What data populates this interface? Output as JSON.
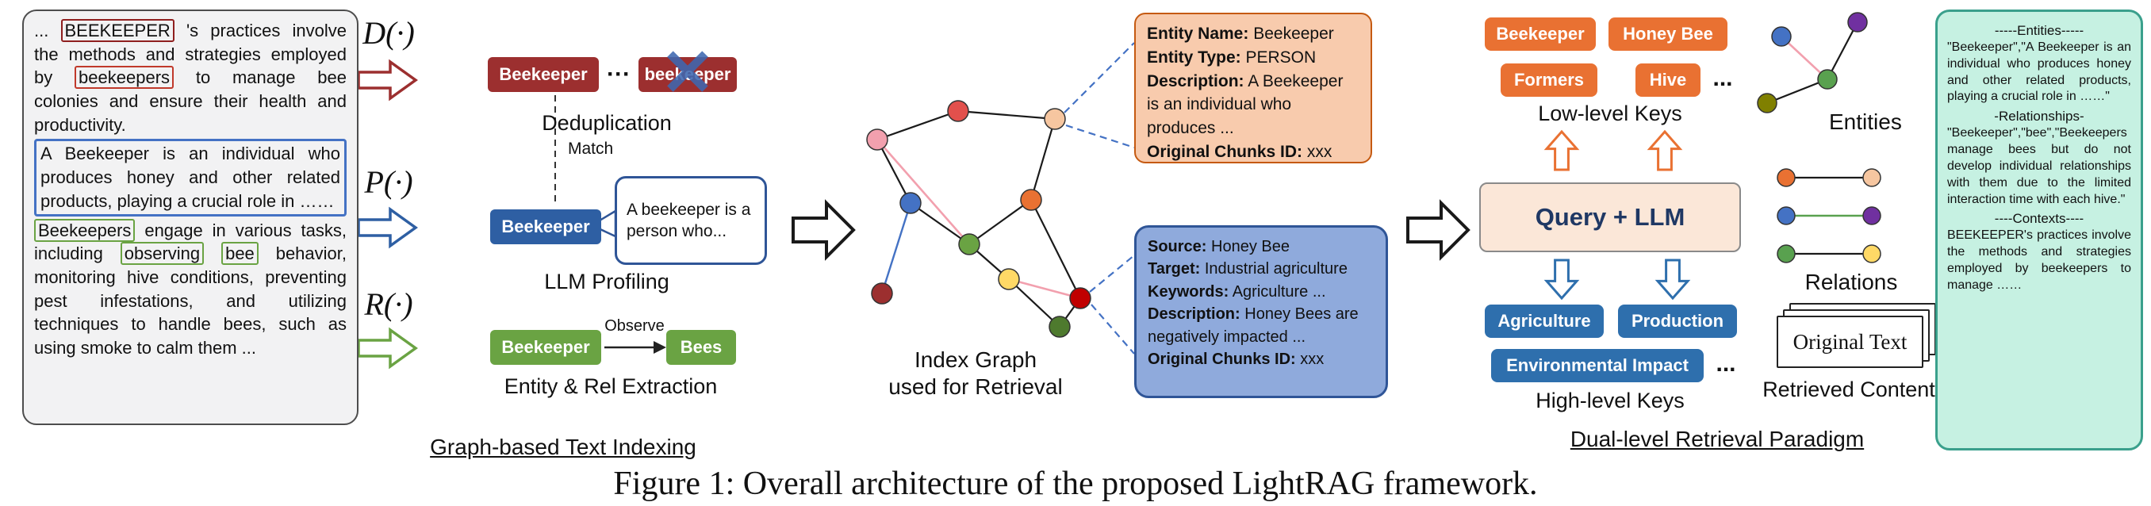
{
  "figure": {
    "caption": "Figure 1: Overall architecture of the proposed LightRAG framework."
  },
  "palette": {
    "dark_red": "#9c2f2f",
    "red": "#c0392b",
    "blue": "#2e5fa3",
    "green": "#6aa343",
    "orange": "#e97132",
    "navy": "#1f3864",
    "peach_bg": "#f8cbad",
    "periwinkle_bg": "#8faadc",
    "mint_bg": "#c6f1e2",
    "cream_bg": "#fbe7d8"
  },
  "source_panel": {
    "pre": "... ",
    "cap_word": "BEEKEEPER",
    "a": " 's practices involve the methods and strategies employed by ",
    "red_word": "beekeepers",
    "b": " to manage bee colonies and ensure their health and productivity.",
    "blue_text": "A Beekeeper is an individual who produces honey and other related products, playing a crucial role in ……",
    "green_word_1": "Beekeepers",
    "c": " engage in various tasks, including ",
    "green_word_2": "observing",
    "d": " ",
    "green_word_3": "bee",
    "e": " behavior, monitoring hive conditions, preventing pest infestations, and utilizing techniques to handle bees, such as using smoke to calm them ..."
  },
  "operators": {
    "dedup": {
      "symbol": "D(·)",
      "box1": "Beekeeper",
      "dots": "···",
      "box2": "beekeeper",
      "cross": "✕",
      "label": "Deduplication"
    },
    "profiling": {
      "symbol": "P(·)",
      "box": "Beekeeper",
      "match": "Match",
      "bubble": "A beekeeper is a person who...",
      "label": "LLM Profiling"
    },
    "extraction": {
      "symbol": "R(·)",
      "box1": "Beekeeper",
      "edge": "Observe",
      "box2": "Bees",
      "label": "Entity & Rel Extraction"
    }
  },
  "indexing": {
    "footer_label": "Graph-based Text Indexing",
    "graph_label_1": "Index Graph",
    "graph_label_2": "used for Retrieval"
  },
  "entity_card": {
    "name_k": "Entity Name:",
    "name_v": "Beekeeper",
    "type_k": "Entity Type:",
    "type_v": "PERSON",
    "desc_k": "Description:",
    "desc_v": "A Beekeeper is an individual who produces ...",
    "chunks_k": "Original Chunks ID:",
    "chunks_v": "xxx"
  },
  "relation_card": {
    "source_k": "Source:",
    "source_v": "Honey Bee",
    "target_k": "Target:",
    "target_v": "Industrial agriculture",
    "keywords_k": "Keywords:",
    "keywords_v": "Agriculture ...",
    "desc_k": "Description:",
    "desc_v": "Honey Bees are negatively impacted ...",
    "chunks_k": "Original Chunks ID:",
    "chunks_v": "xxx"
  },
  "retrieval": {
    "low_keys": [
      "Beekeeper",
      "Honey Bee",
      "Formers",
      "Hive"
    ],
    "low_dots": "...",
    "low_label": "Low-level Keys",
    "query_label": "Query + LLM",
    "high_keys": [
      "Agriculture",
      "Production",
      "Environmental Impact"
    ],
    "high_dots": "...",
    "high_label": "High-level Keys",
    "section_label": "Dual-level Retrieval Paradigm"
  },
  "retrieved": {
    "entities_label": "Entities",
    "relations_label": "Relations",
    "original_text": "Original Text",
    "content_label": "Retrieved Content"
  },
  "results_panel": {
    "entities_header": "-----Entities-----",
    "entities_text": "\"Beekeeper\",\"A Beekeeper is an individual who produces honey and other related products, playing a crucial role in ……\"",
    "relationships_header": "-Relationships-",
    "relationships_text": "\"Beekeeper\",\"bee\",\"Beekeepers manage bees but do not develop individual relationships with them due to the limited interaction time with each hive.\"",
    "contexts_header": "----Contexts----",
    "contexts_text": "BEEKEEPER's practices involve the methods and strategies employed by beekeepers to manage ……"
  }
}
